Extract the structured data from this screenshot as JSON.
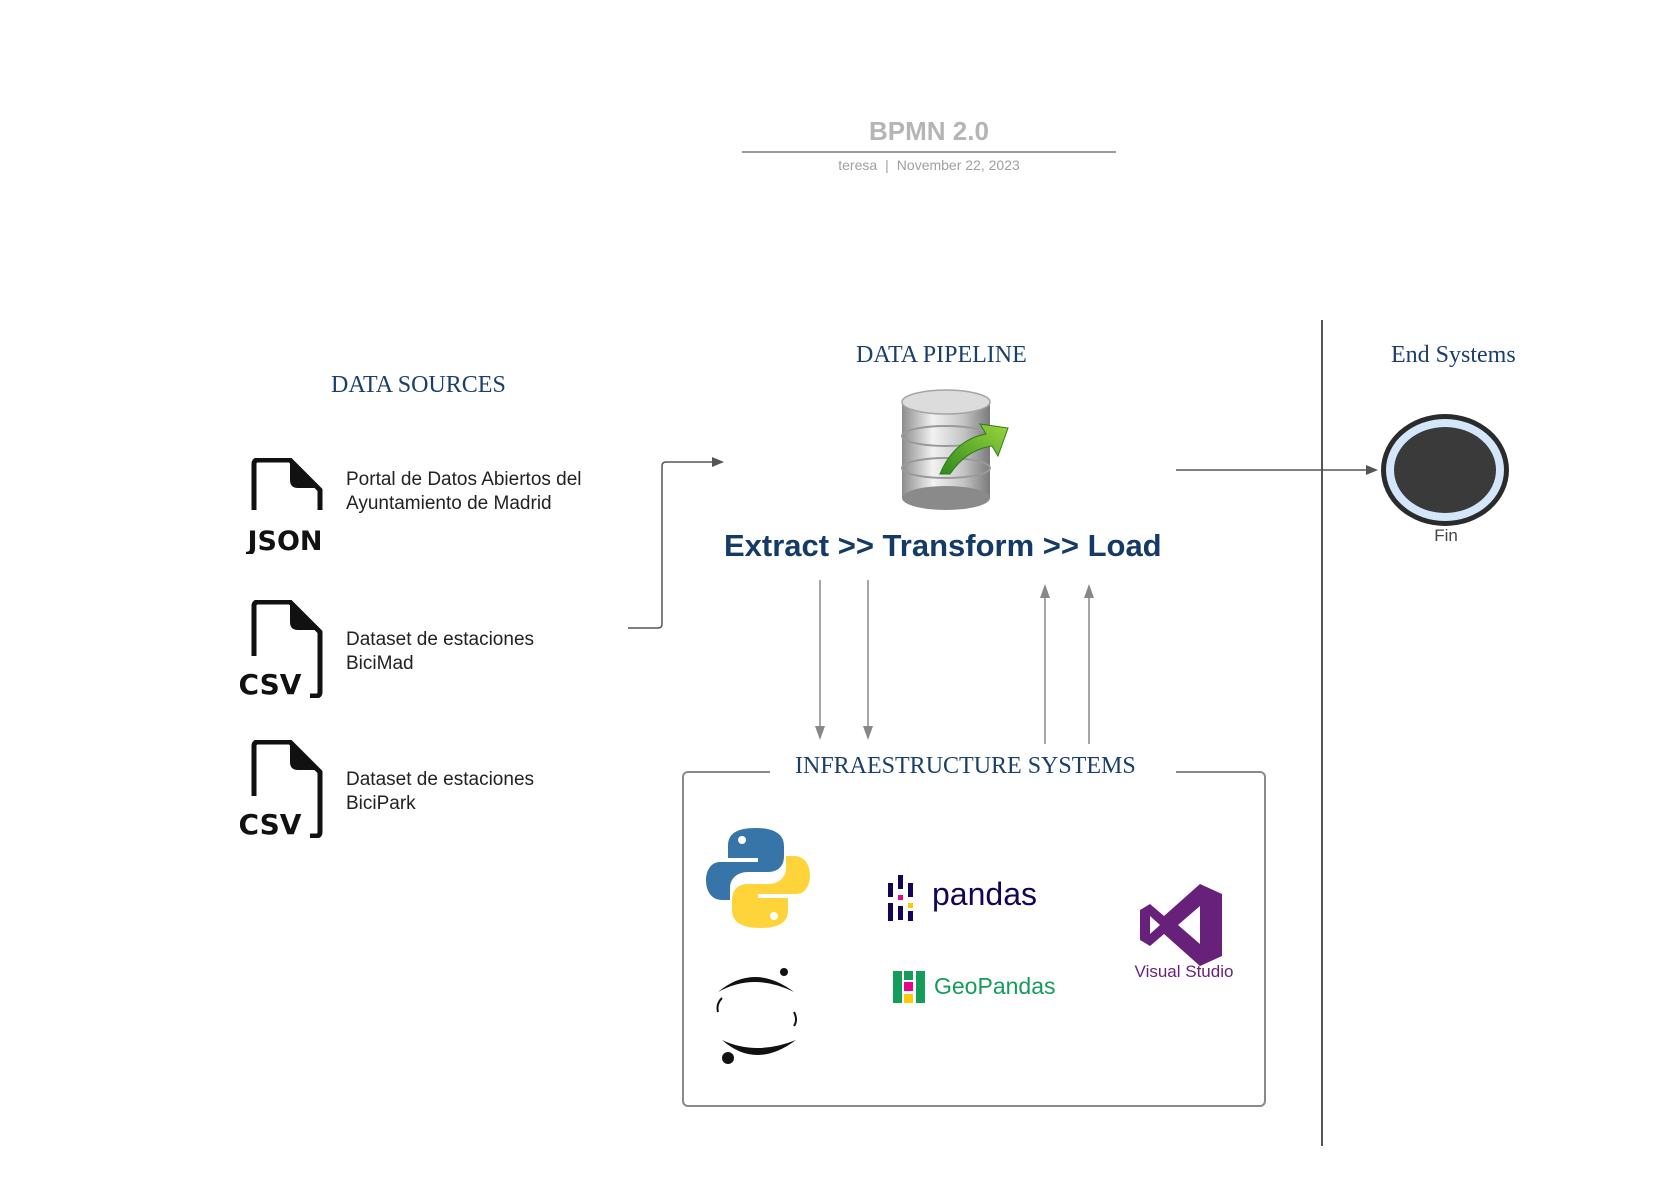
{
  "header": {
    "title": "BPMN 2.0",
    "author": "teresa",
    "separator": "|",
    "date": "November 22, 2023"
  },
  "sections": {
    "data_sources": "DATA SOURCES",
    "data_pipeline": "DATA PIPELINE",
    "end_systems": "End Systems",
    "infrastructure": "INFRAESTRUCTURE SYSTEMS"
  },
  "sources": [
    {
      "icon": "json-file-icon",
      "badge": "JSON",
      "label": "Portal de Datos Abiertos del Ayuntamiento de Madrid"
    },
    {
      "icon": "csv-file-icon",
      "badge": "CSV",
      "label": "Dataset de estaciones BiciMad"
    },
    {
      "icon": "csv-file-icon",
      "badge": "CSV",
      "label": "Dataset de estaciones BiciPark"
    }
  ],
  "pipeline": {
    "icon": "database-export-icon",
    "label": "Extract >> Transform >> Load"
  },
  "end_event": {
    "icon": "end-event-icon",
    "label": "Fin"
  },
  "tools": {
    "pandas": "pandas",
    "geopandas": "GeoPandas",
    "visual_studio": "Visual Studio",
    "python_icon": "python-logo-icon",
    "jupyter_icon": "jupyter-logo-icon",
    "vs_icon": "visual-studio-logo-icon"
  },
  "colors": {
    "section_heading": "#1b3f6b",
    "etl_text": "#143a66",
    "connector": "#555555",
    "pandas_purple": "#150458",
    "geopandas_green": "#139c5a",
    "vs_purple": "#68217a",
    "python_blue": "#3775a9",
    "python_yellow": "#ffd43b"
  }
}
